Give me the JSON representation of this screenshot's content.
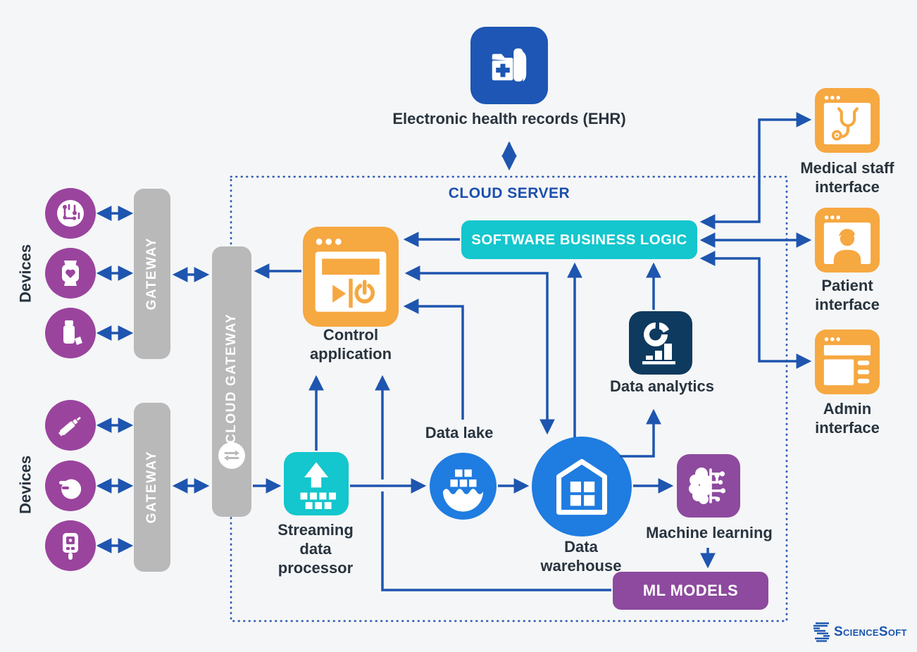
{
  "diagram": {
    "ehr": {
      "label": "Electronic health records (EHR)",
      "icon": "medical-records-folder-icon"
    },
    "cloud_server": {
      "label": "CLOUD SERVER"
    },
    "software_business_logic": {
      "label": "SOFTWARE BUSINESS LOGIC"
    },
    "control_application": {
      "label": "Control\napplication",
      "icon": "app-window-controls-icon"
    },
    "data_analytics": {
      "label": "Data analytics",
      "icon": "analytics-chart-icon"
    },
    "data_lake": {
      "label": "Data lake",
      "icon": "data-lake-icon"
    },
    "data_warehouse": {
      "label": "Data\nwarehouse",
      "icon": "warehouse-icon"
    },
    "machine_learning": {
      "label": "Machine learning",
      "icon": "ai-brain-icon"
    },
    "ml_models": {
      "label": "ML MODELS"
    },
    "streaming_data_processor": {
      "label": "Streaming\ndata\nprocessor",
      "icon": "stream-upload-icon"
    },
    "devices_top": {
      "label": "Devices",
      "items": [
        "implant-chip-icon",
        "smartwatch-icon",
        "inhaler-icon"
      ]
    },
    "devices_bottom": {
      "label": "Devices",
      "items": [
        "injection-pen-icon",
        "pacemaker-icon",
        "glucose-meter-icon"
      ]
    },
    "gateway_top": {
      "label": "GATEWAY"
    },
    "gateway_bottom": {
      "label": "GATEWAY"
    },
    "cloud_gateway": {
      "label": "CLOUD GATEWAY",
      "icon": "sync-arrows-icon"
    },
    "interfaces": {
      "medical": {
        "label": "Medical staff\ninterface",
        "icon": "stethoscope-icon"
      },
      "patient": {
        "label": "Patient\ninterface",
        "icon": "patient-avatar-icon"
      },
      "admin": {
        "label": "Admin\ninterface",
        "icon": "admin-panel-icon"
      }
    },
    "brand": {
      "label": "ScienceSoft"
    }
  },
  "colors": {
    "arrow_blue": "#1e55af",
    "bright_blue": "#1f7ce0",
    "deep_blue": "#1d56b4",
    "teal": "#14c6cd",
    "orange": "#f6a841",
    "purple": "#9a449e",
    "ml_purple": "#8d4a9e",
    "navy": "#0e3a5f",
    "gray": "#b9b9b9",
    "label_text": "#28343f",
    "cloud_label": "#1c4fae",
    "background": "#f5f6f7"
  }
}
